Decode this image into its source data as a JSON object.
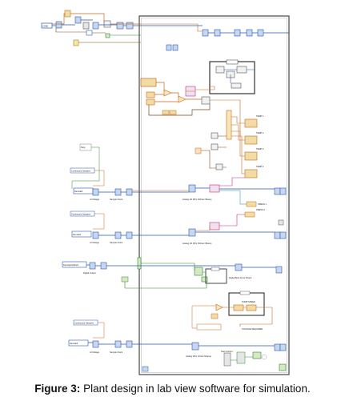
{
  "caption": {
    "figure_label": "Figure 3:",
    "text": "Plant design in lab view software for simulation."
  },
  "diagram": {
    "sections": [
      {
        "task_label": "Continuous Samples",
        "channel_label": "Dev1/ai0",
        "controls": [
          "AI Voltage",
          "Sample Clock"
        ],
        "output_label": "Analog 1D Wfm NChan NSamp"
      },
      {
        "task_label": "Continuous Samples",
        "channel_label": "Dev1/ai1",
        "controls": [
          "AI Voltage",
          "Sample Clock"
        ],
        "output_label": "Analog 1D Wfm NChan NSamp"
      },
      {
        "task_label": "",
        "channel_label": "Dev1/port0/line0",
        "controls": [
          "Digital Output"
        ],
        "output_label": "Digital Bool 1Line 1Point"
      },
      {
        "task_label": "Continuous Samples",
        "channel_label": "Dev1/ai2",
        "controls": [
          "AI Voltage",
          "Sample Clock"
        ],
        "output_label": "Analog Wfm 1Chan NSamp"
      }
    ],
    "misc_labels": {
      "stop": "Stop",
      "start": "Start Control",
      "pump_speed": "PUMP SPEED",
      "voltage": "VOLTAGE REQUIRED",
      "tmp_labels": [
        "TEMP 1",
        "TEMP 2",
        "TEMP 3",
        "TEMP 4"
      ],
      "press_labels": [
        "PRESS 1",
        "PRESS 2"
      ]
    }
  },
  "colors": {
    "wire_orange": "#c46a1e",
    "wire_blue": "#2a56b8",
    "wire_green": "#2e8a2e",
    "wire_brown": "#7a4a1a",
    "wire_pink": "#c4307a",
    "wire_teal": "#1e8a8a",
    "frame": "#555555"
  }
}
